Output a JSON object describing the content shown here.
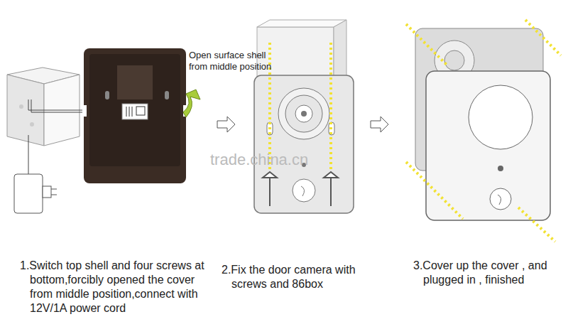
{
  "diagram": {
    "labels": [
      "Open surface shell from middle position",
      "trade.china.cn",
      "1.Switch top shell and four screws at bottom,forcibly opened the cover from middle position,connect with 12V/1A power cord",
      "2.Fix the door camera with screws and 86box",
      "3.Cover up the cover , and plugged in , finished"
    ]
  }
}
